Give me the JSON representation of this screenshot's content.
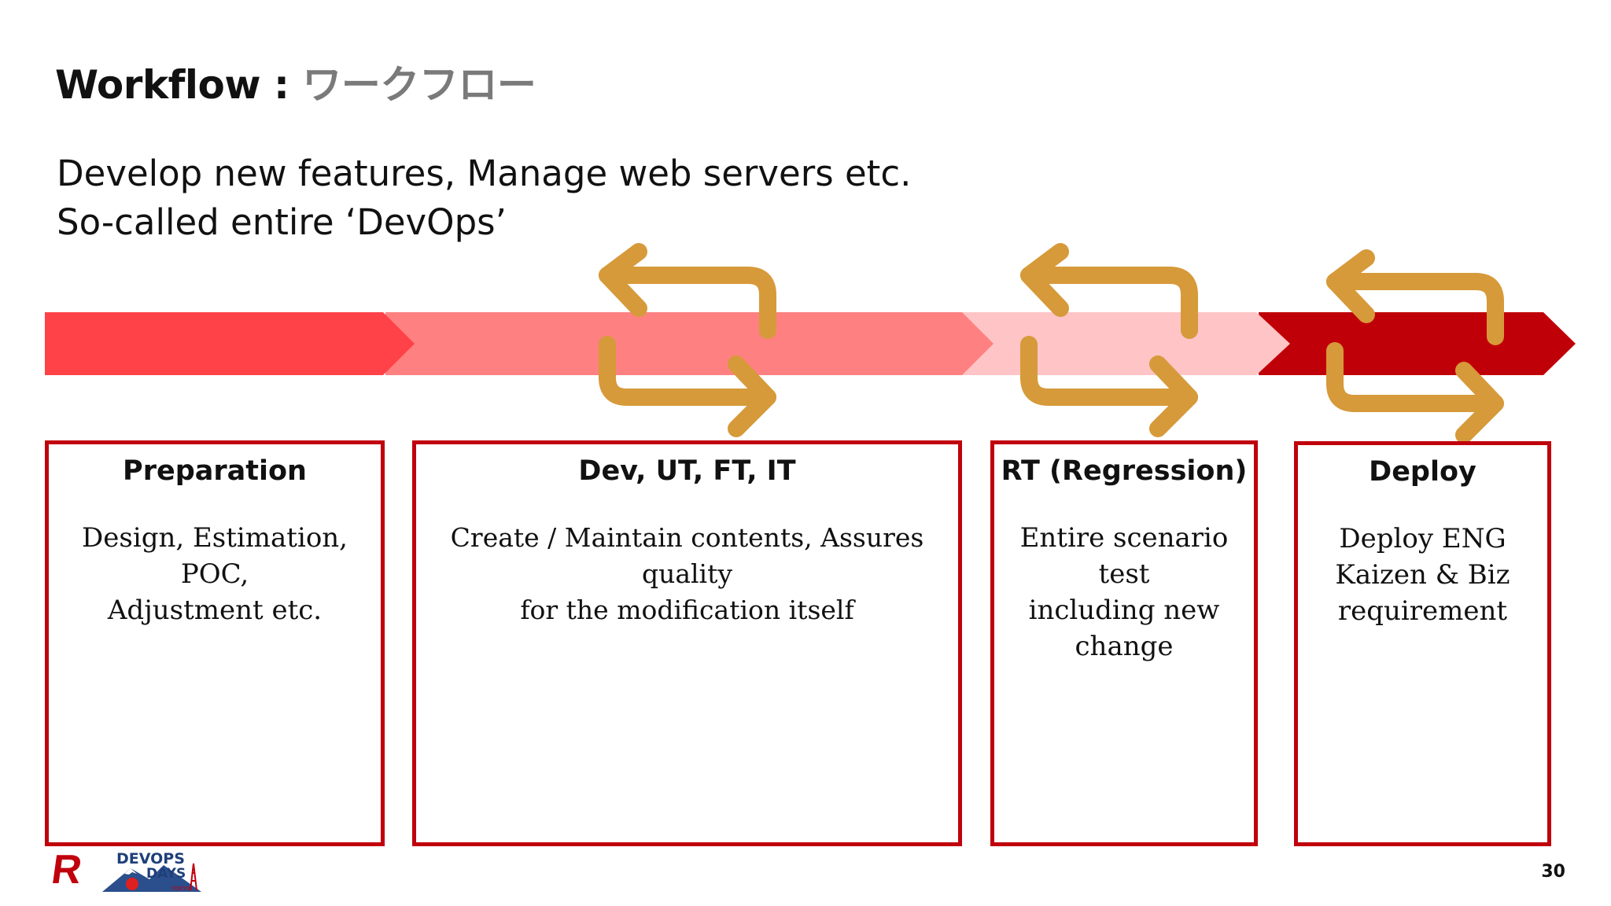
{
  "title": {
    "main": "Workflow",
    "separator": " : ",
    "jp": "ワークフロー"
  },
  "intro": {
    "line1": "Develop new features, Manage web servers etc.",
    "line2": "So-called entire ‘DevOps’"
  },
  "stages": [
    {
      "title": "Preparation",
      "lines": [
        "Design, Estimation, POC,",
        "Adjustment etc."
      ]
    },
    {
      "title": "Dev, UT, FT, IT",
      "lines": [
        "Create / Maintain contents, Assures quality",
        "for the modification itself"
      ]
    },
    {
      "title": "RT (Regression)",
      "lines": [
        "Entire scenario test",
        "including new",
        "change"
      ]
    },
    {
      "title": "Deploy",
      "lines": [
        "Deploy ENG",
        "Kaizen & Biz",
        "requirement"
      ]
    }
  ],
  "colors": {
    "stage1": "#ff4148",
    "stage2": "#ff8080",
    "stage3": "#ffc4c6",
    "stage4": "#c00008",
    "loop_arrow": "#d69a3a",
    "box_border": "#c0000c"
  },
  "icons": [
    "loop-arrows-icon",
    "rakuten-r-icon",
    "devopsdays-tokyo-icon"
  ],
  "footer": {
    "logo_r": "R",
    "event_logo_line1": "DEVOPS",
    "event_logo_line2": "DAYS",
    "event_logo_line3": "TOKYO",
    "page_number": "30"
  }
}
